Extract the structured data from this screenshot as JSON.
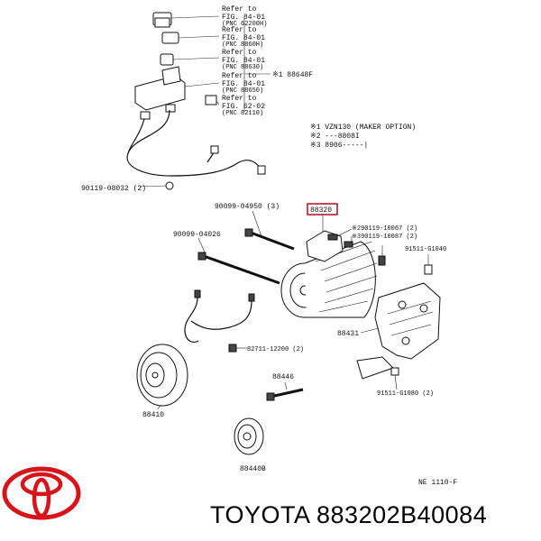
{
  "callouts": {
    "ref1": [
      "Refer to",
      "FIG. 84-01",
      "(PNC 62200H)"
    ],
    "ref2": [
      "Refer to",
      "FIG. 84-01",
      "(PNC 8860H)"
    ],
    "ref3": [
      "Refer to",
      "FIG. 84-01",
      "(PNC 88630)"
    ],
    "ref4": [
      "Refer to",
      "FIG. 84-01",
      "(PNC 88650)"
    ],
    "ref5": [
      "Refer to",
      "FIG. 62-02",
      "(PNC 82110)"
    ],
    "part_88648f": "※1 88648F",
    "note_1": "※1 VZN130 (MAKER OPTION)",
    "note_2": "※2 ---8808I",
    "note_3": "※3 8906-----|",
    "p_90119_08032": "90119-08032 (2)",
    "p_90099_04950": "90099-04950 (3)",
    "p_88320": "88320",
    "p_90099_04026": "90099-04026",
    "p_90119_10067_a": "※290119-10067 (2)",
    "p_90119_10087_b": "※390119-10087 (2)",
    "p_91511_g1040": "91511-G1040",
    "p_88431": "88431",
    "p_88410": "88410",
    "p_82711_12200": "82711-12200 (2)",
    "p_88446": "88446",
    "p_91511_g1080": "91511-G1080 (2)",
    "p_88440b": "88440B",
    "fig_code": "NE 1110-F"
  },
  "brand": {
    "name": "TOYOTA 883202B40084",
    "logo": "toyota-logo",
    "logo_color": "#d7141a"
  }
}
